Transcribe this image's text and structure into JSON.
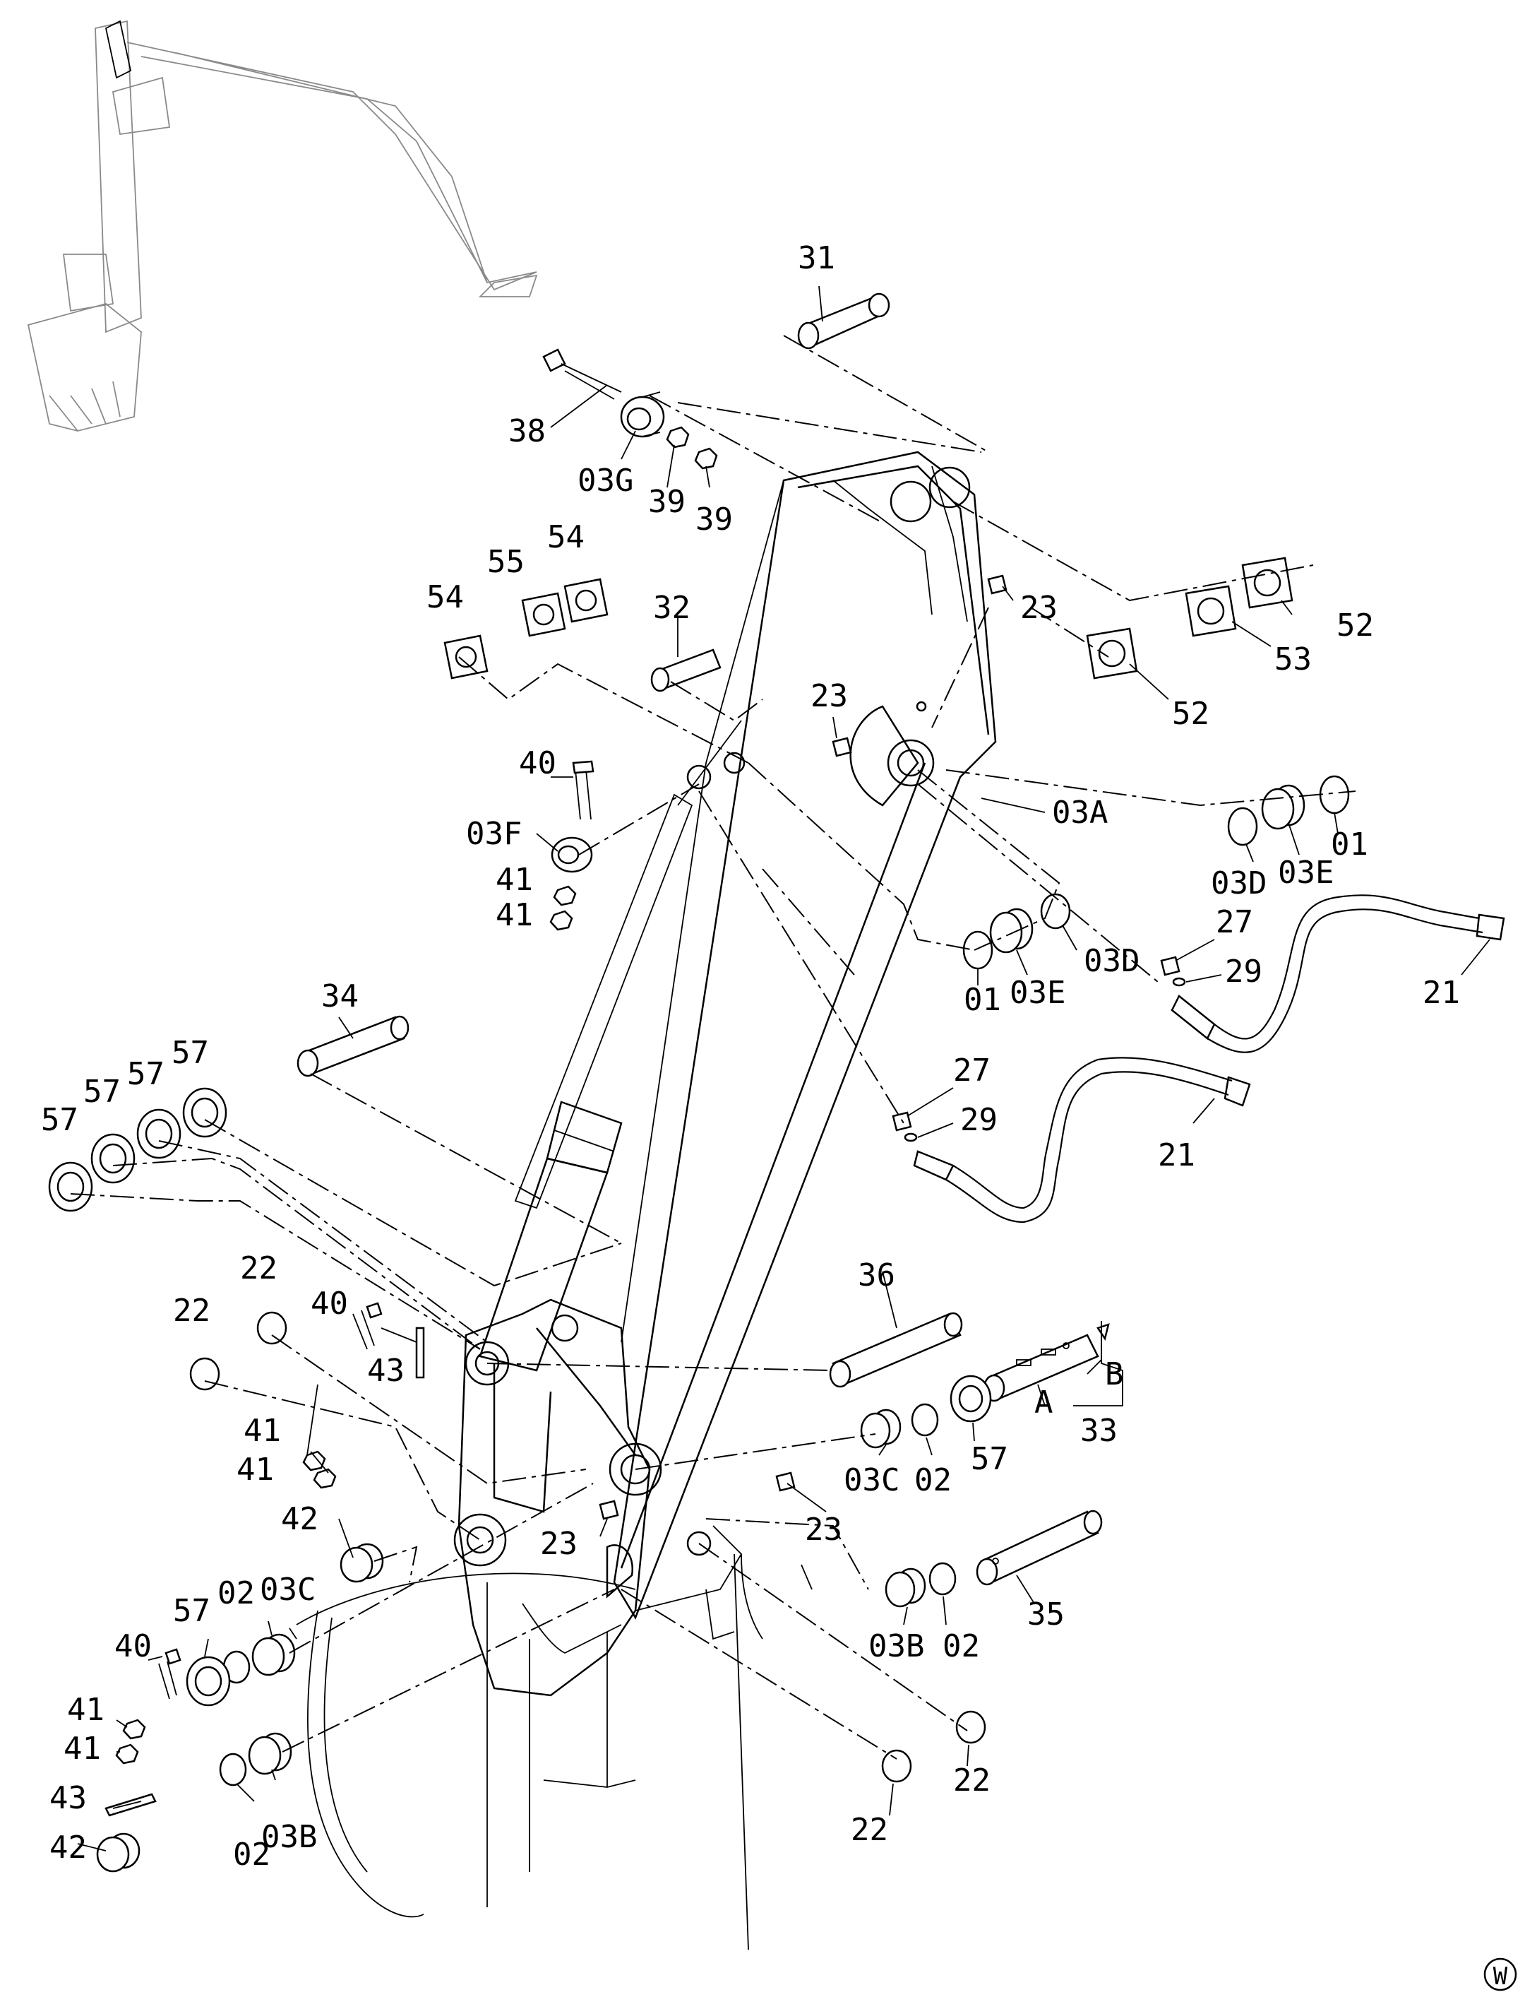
{
  "diagram": {
    "labels": [
      {
        "id": "l31",
        "text": "31"
      },
      {
        "id": "l38",
        "text": "38"
      },
      {
        "id": "l03G",
        "text": "03G"
      },
      {
        "id": "l39a",
        "text": "39"
      },
      {
        "id": "l39b",
        "text": "39"
      },
      {
        "id": "l55",
        "text": "55"
      },
      {
        "id": "l54a",
        "text": "54"
      },
      {
        "id": "l54b",
        "text": "54"
      },
      {
        "id": "l32",
        "text": "32"
      },
      {
        "id": "l23a",
        "text": "23"
      },
      {
        "id": "l52a",
        "text": "52"
      },
      {
        "id": "l53",
        "text": "53"
      },
      {
        "id": "l52b",
        "text": "52"
      },
      {
        "id": "l23b",
        "text": "23"
      },
      {
        "id": "l40a",
        "text": "40"
      },
      {
        "id": "l03F",
        "text": "03F"
      },
      {
        "id": "l41a",
        "text": "41"
      },
      {
        "id": "l41b",
        "text": "41"
      },
      {
        "id": "l03A",
        "text": "03A"
      },
      {
        "id": "l03D_a",
        "text": "03D"
      },
      {
        "id": "l03E_a",
        "text": "03E"
      },
      {
        "id": "l01a",
        "text": "01"
      },
      {
        "id": "l01b",
        "text": "01"
      },
      {
        "id": "l03E_b",
        "text": "03E"
      },
      {
        "id": "l03D_b",
        "text": "03D"
      },
      {
        "id": "l27a",
        "text": "27"
      },
      {
        "id": "l29a",
        "text": "29"
      },
      {
        "id": "l21a",
        "text": "21"
      },
      {
        "id": "l34",
        "text": "34"
      },
      {
        "id": "l57a",
        "text": "57"
      },
      {
        "id": "l57b",
        "text": "57"
      },
      {
        "id": "l57c",
        "text": "57"
      },
      {
        "id": "l57d",
        "text": "57"
      },
      {
        "id": "l27b",
        "text": "27"
      },
      {
        "id": "l29b",
        "text": "29"
      },
      {
        "id": "l21b",
        "text": "21"
      },
      {
        "id": "l22a",
        "text": "22"
      },
      {
        "id": "l22b",
        "text": "22"
      },
      {
        "id": "l40b",
        "text": "40"
      },
      {
        "id": "l43a",
        "text": "43"
      },
      {
        "id": "l36",
        "text": "36"
      },
      {
        "id": "lB",
        "text": "B"
      },
      {
        "id": "lA",
        "text": "A"
      },
      {
        "id": "l33",
        "text": "33"
      },
      {
        "id": "l41c",
        "text": "41"
      },
      {
        "id": "l41d",
        "text": "41"
      },
      {
        "id": "l03C_a",
        "text": "03C"
      },
      {
        "id": "l02a",
        "text": "02"
      },
      {
        "id": "l57e",
        "text": "57"
      },
      {
        "id": "l42a",
        "text": "42"
      },
      {
        "id": "l23c",
        "text": "23"
      },
      {
        "id": "l23d",
        "text": "23"
      },
      {
        "id": "l57f",
        "text": "57"
      },
      {
        "id": "l02b",
        "text": "02"
      },
      {
        "id": "l03C_b",
        "text": "03C"
      },
      {
        "id": "l35",
        "text": "35"
      },
      {
        "id": "l03B_a",
        "text": "03B"
      },
      {
        "id": "l02c",
        "text": "02"
      },
      {
        "id": "l40c",
        "text": "40"
      },
      {
        "id": "l41e",
        "text": "41"
      },
      {
        "id": "l41f",
        "text": "41"
      },
      {
        "id": "l43b",
        "text": "43"
      },
      {
        "id": "l42b",
        "text": "42"
      },
      {
        "id": "l03B_b",
        "text": "03B"
      },
      {
        "id": "l02d",
        "text": "02"
      },
      {
        "id": "l22c",
        "text": "22"
      },
      {
        "id": "l22d",
        "text": "22"
      }
    ],
    "corner_mark": "W"
  }
}
